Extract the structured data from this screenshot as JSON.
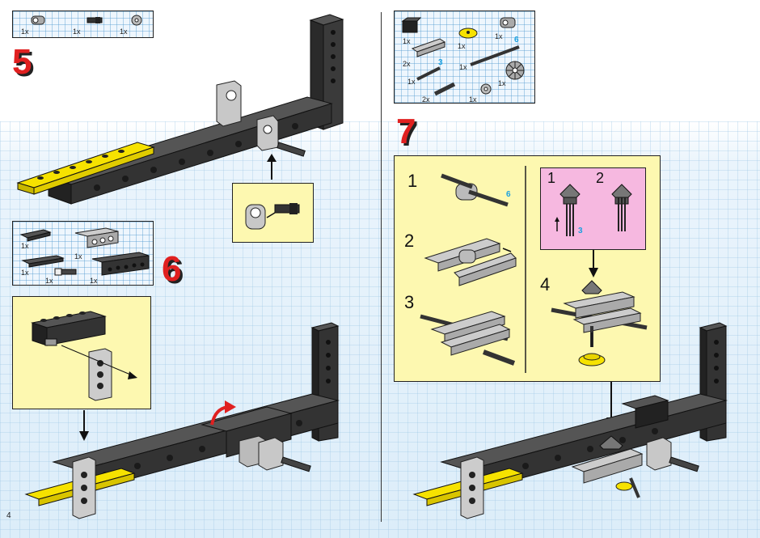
{
  "page": {
    "number": "4"
  },
  "step5": {
    "number": "5",
    "parts": [
      {
        "qty": "1x",
        "icon": "peg-connector-icon"
      },
      {
        "qty": "1x",
        "icon": "axle-pin-icon"
      },
      {
        "qty": "1x",
        "icon": "bushing-icon"
      }
    ]
  },
  "step6": {
    "number": "6",
    "parts": [
      {
        "qty": "1x",
        "icon": "plate-1x4-icon"
      },
      {
        "qty": "1x",
        "icon": "gray-brick-1x4-icon"
      },
      {
        "qty": "1x",
        "icon": "plate-1x6-icon"
      },
      {
        "qty": "1x",
        "icon": "pin-axle-icon"
      },
      {
        "qty": "1x",
        "icon": "technic-brick-1x6-icon"
      }
    ]
  },
  "step7": {
    "number": "7",
    "parts": [
      {
        "qty": "1x",
        "icon": "black-brick-2x2-icon"
      },
      {
        "qty": "1x",
        "icon": "yellow-turntable-icon"
      },
      {
        "qty": "1x",
        "icon": "peg-connector-icon"
      },
      {
        "qty": "2x",
        "icon": "liftarm-icon"
      },
      {
        "qty": "1x",
        "icon": "axle-6-icon",
        "length": "6"
      },
      {
        "qty": "1x",
        "icon": "axle-3-icon",
        "length": "3"
      },
      {
        "qty": "1x",
        "icon": "bevel-gear-icon"
      },
      {
        "qty": "2x",
        "icon": "pin-axle-icon"
      },
      {
        "qty": "1x",
        "icon": "bushing-icon"
      }
    ],
    "substeps": [
      {
        "number": "1",
        "note": "6"
      },
      {
        "number": "2"
      },
      {
        "number": "3"
      },
      {
        "number": "4"
      }
    ],
    "gear_panel": {
      "items": [
        {
          "number": "1",
          "note": "3"
        },
        {
          "number": "2"
        }
      ]
    }
  }
}
